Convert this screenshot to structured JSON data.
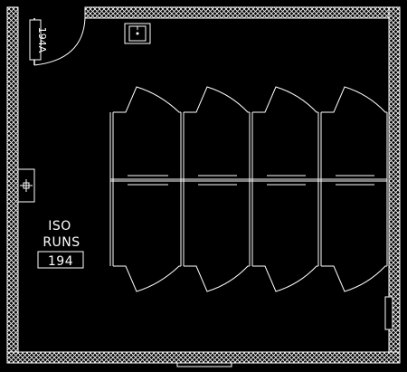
{
  "room": {
    "name_line1": "ISO",
    "name_line2": "RUNS",
    "number": "194"
  },
  "door": {
    "label": "194A"
  },
  "colors": {
    "background": "#000000",
    "linework": "#ffffff"
  },
  "kennels": {
    "rows": 2,
    "columns": 4
  }
}
